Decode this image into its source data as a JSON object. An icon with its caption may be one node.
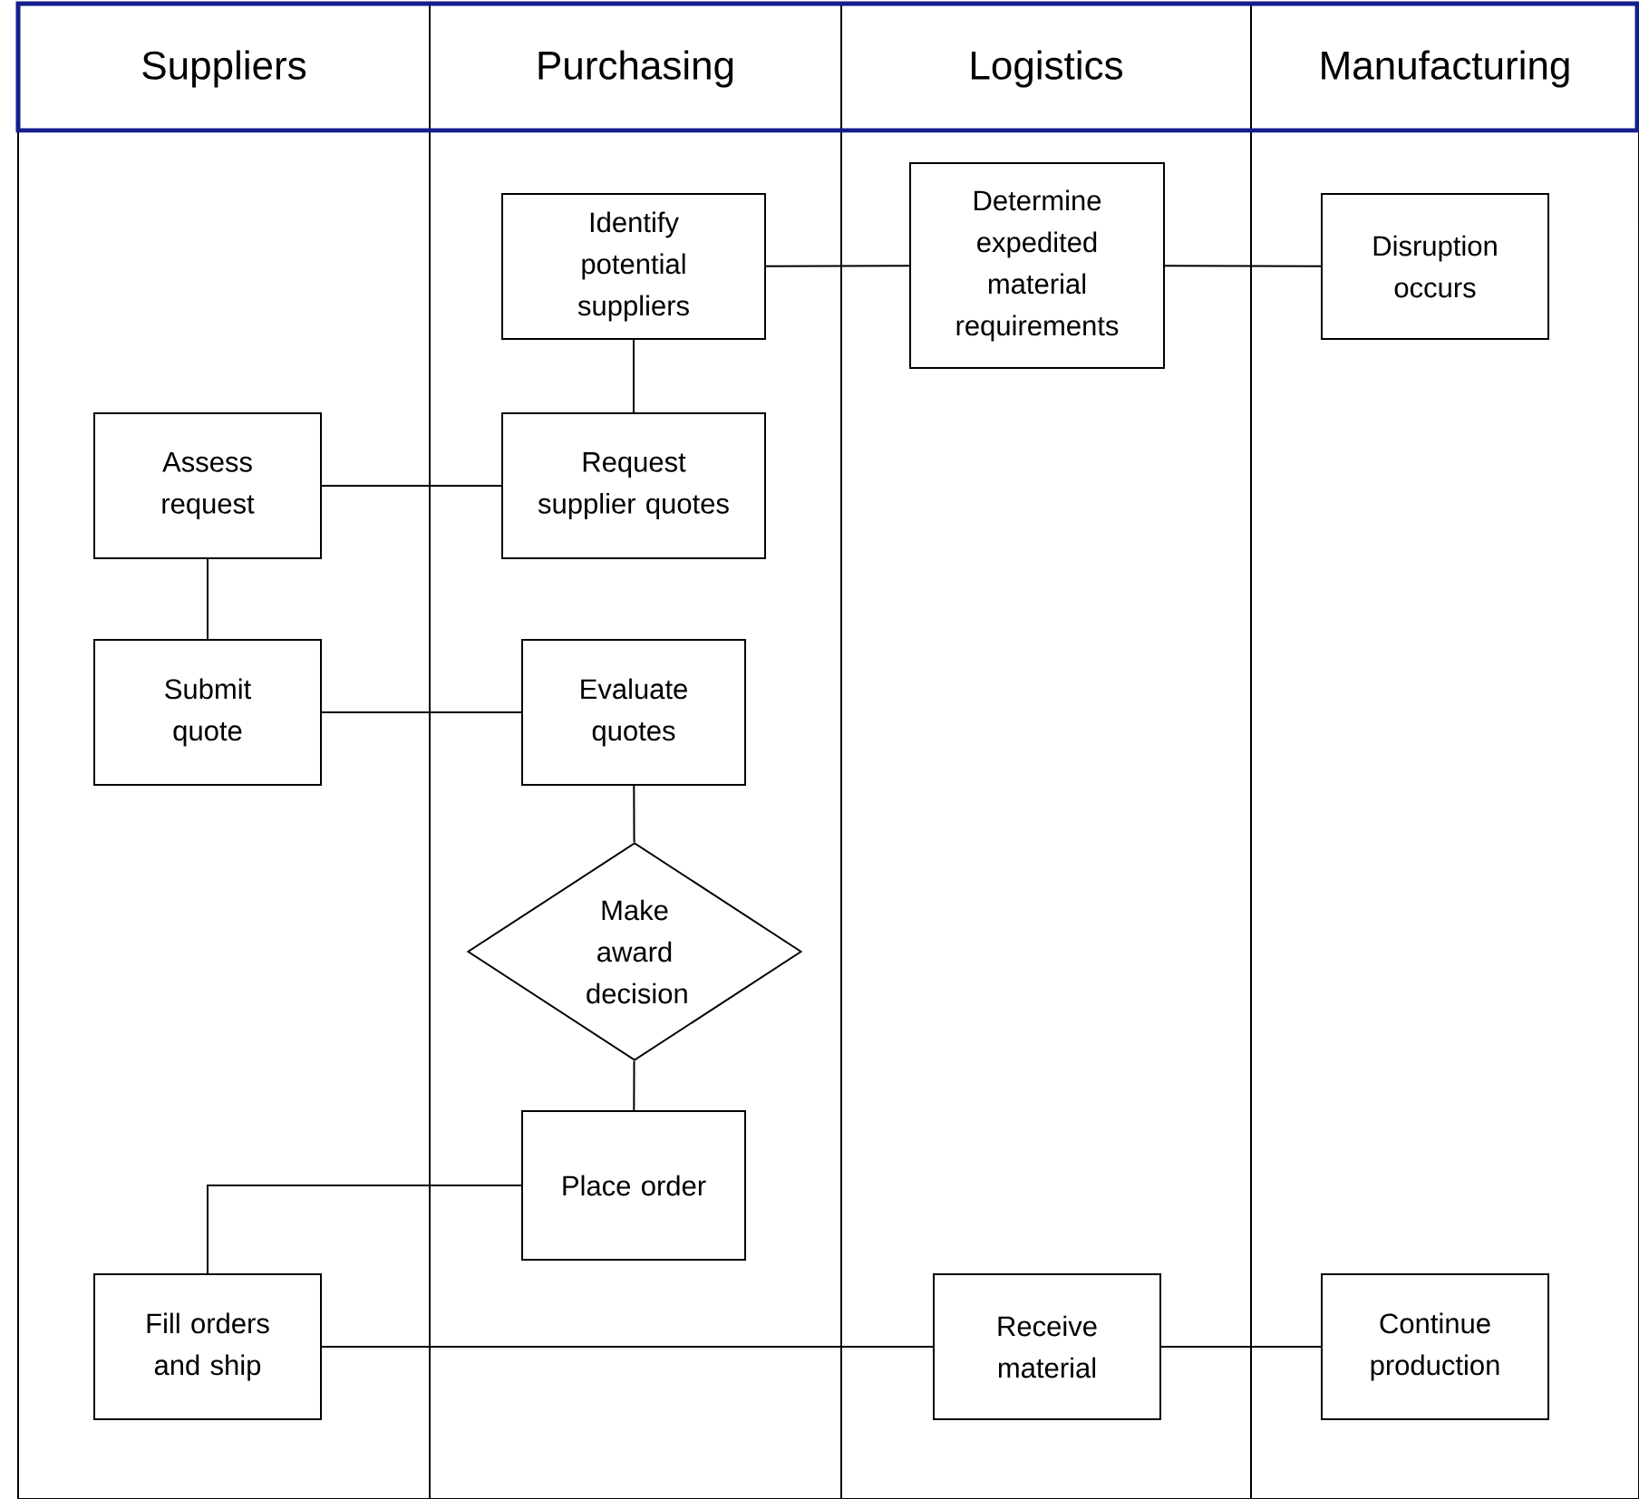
{
  "diagram": {
    "nodes": [
      {
        "text": [
          "Suppliers"
        ]
      },
      {
        "text": [
          "Purchasing"
        ]
      },
      {
        "text": [
          "Logistics"
        ]
      },
      {
        "text": [
          "Manufacturing"
        ]
      },
      {
        "text": [
          "Identify potential suppliers"
        ],
        "in": 1
      },
      {
        "text": [
          "Determine expedited material requirements"
        ],
        "in": 2
      },
      {
        "text": [
          "Disruption occurs"
        ],
        "in": 3
      },
      {
        "text": [
          "Assess request"
        ],
        "in": 0
      },
      {
        "text": [
          "Request supplier quotes"
        ],
        "in": 1
      },
      {
        "text": [
          "Submit quote"
        ],
        "in": 0
      },
      {
        "text": [
          "Evaluate quotes"
        ],
        "in": 1
      },
      {
        "text": [
          "Make award decision"
        ],
        "in": 1
      },
      {
        "text": [
          "Place order"
        ],
        "in": 1
      },
      {
        "text": [
          "Fill orders and ship"
        ],
        "in": 0
      },
      {
        "text": [
          "Receive material"
        ],
        "in": 2
      },
      {
        "text": [
          "Continue production"
        ],
        "in": 3
      }
    ],
    "edges": [
      {
        "from": 6,
        "to": 5,
        "arrow": "none"
      },
      {
        "from": 5,
        "to": 4,
        "arrow": "none"
      },
      {
        "from": 4,
        "to": 8,
        "arrow": "none"
      },
      {
        "from": 8,
        "to": 7,
        "arrow": "none"
      },
      {
        "from": 7,
        "to": 9,
        "arrow": "none"
      },
      {
        "from": 9,
        "to": 10,
        "arrow": "none"
      },
      {
        "from": 10,
        "to": 11,
        "arrow": "none"
      },
      {
        "from": 11,
        "to": 12,
        "arrow": "none"
      },
      {
        "from": 12,
        "to": 13,
        "arrow": "none"
      },
      {
        "from": 13,
        "to": 14,
        "arrow": "none"
      },
      {
        "from": 14,
        "to": 15,
        "arrow": "none"
      }
    ]
  }
}
